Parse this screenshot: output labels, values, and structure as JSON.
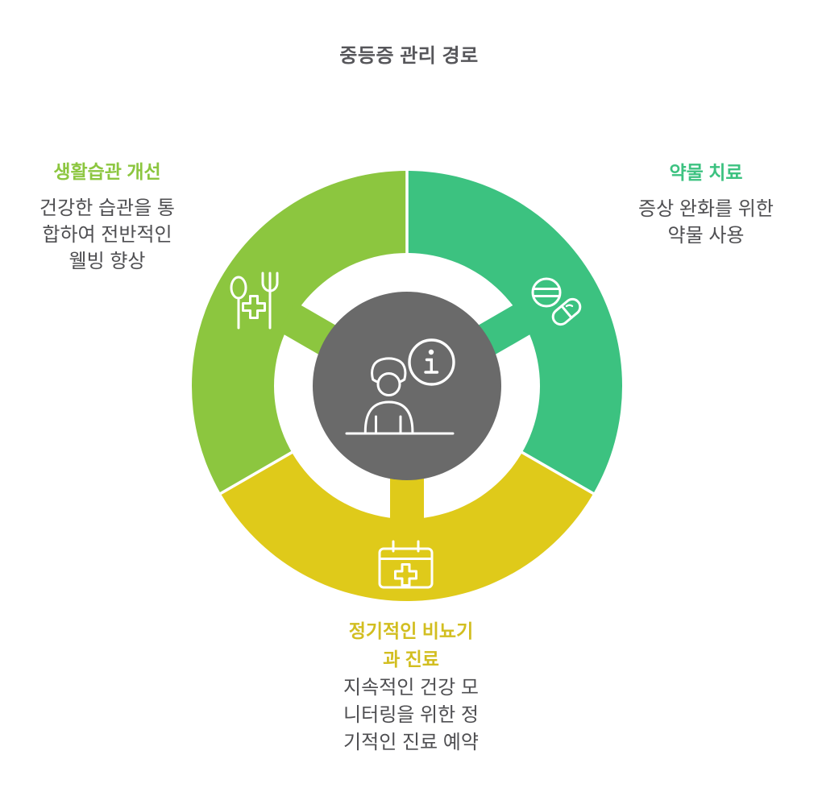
{
  "title": "중등증 관리 경로",
  "diagram": {
    "type": "cycle-donut",
    "background": "#FFFFFF",
    "title_color": "#56565A",
    "body_text_color": "#4F4F52",
    "center": {
      "color": "#6A6A6A",
      "icons": [
        "nurse-icon",
        "info-icon"
      ]
    },
    "segments": [
      {
        "id": "lifestyle",
        "position": "upper-left",
        "color": "#8CC63F",
        "icon": "utensils-medical-icon",
        "label": "생활습관 개선",
        "description": "건강한 습관을 통합하여 전반적인 웰빙 향상",
        "desc_lines": [
          "건강한 습관을 통",
          "합하여 전반적인",
          "웰빙 향상"
        ]
      },
      {
        "id": "medication",
        "position": "upper-right",
        "color": "#3CC280",
        "icon": "pills-icon",
        "label": "약물 치료",
        "description": "증상 완화를 위한 약물 사용",
        "desc_lines": [
          "증상 완화를 위한",
          "약물 사용"
        ]
      },
      {
        "id": "checkup",
        "position": "bottom",
        "color": "#DFCA1A",
        "icon": "calendar-medical-icon",
        "label": "정기적인 비뇨기과 진료",
        "label_lines": [
          "정기적인 비뇨기",
          "과 진료"
        ],
        "description": "지속적인 건강 모니터링을 위한 정기적인 진료 예약",
        "desc_lines": [
          "지속적인 건강 모",
          "니터링을 위한 정",
          "기적인 진료 예약"
        ]
      }
    ]
  }
}
